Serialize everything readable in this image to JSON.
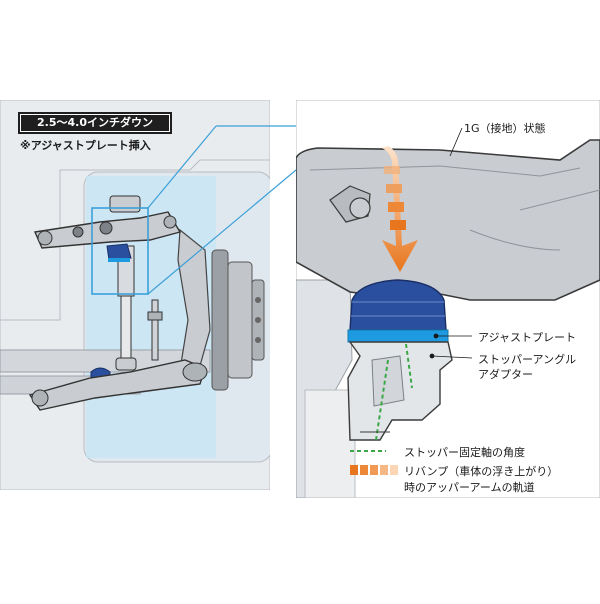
{
  "header": {
    "title": "2.5～4.0インチダウン",
    "subtitle": "※アジャストプレート挿入"
  },
  "callouts": {
    "state_1g": "1G（接地）状態",
    "adjust_plate": "アジャストプレート",
    "stopper_angle_line1": "ストッパーアングル",
    "stopper_angle_line2": "アダプター"
  },
  "legend": {
    "stopper_axis": "ストッパー固定軸の角度",
    "rebound_line1": "リバンプ（車体の浮き上がり）",
    "rebound_line2": "時のアッパーアームの軌道"
  },
  "colors": {
    "plate_blue": "#2a4f9e",
    "plate_cyan": "#1e9be0",
    "arrow_orange": "#e8761e",
    "guide_green": "#3aa848",
    "highlight_box": "#bfe3f5",
    "part_gray": "#c9ccd0"
  }
}
